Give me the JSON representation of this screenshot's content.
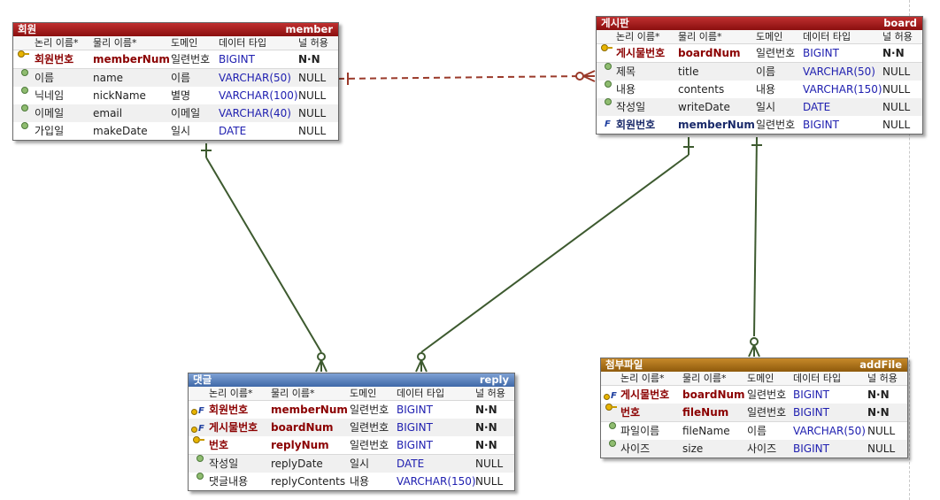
{
  "columns": {
    "logical": "논리 이름*",
    "physical": "물리 이름*",
    "domain": "도메인",
    "datatype": "데이터 타입",
    "nullable": "널 허용"
  },
  "entities": {
    "member": {
      "logical_name": "회원",
      "physical_name": "member",
      "rows": [
        {
          "logical": "회원번호",
          "physical": "memberNum",
          "domain": "일련번호",
          "datatype": "BIGINT",
          "nullable": "N·N",
          "key": "pk"
        },
        {
          "logical": "이름",
          "physical": "name",
          "domain": "이름",
          "datatype": "VARCHAR(50)",
          "nullable": "NULL",
          "key": "none"
        },
        {
          "logical": "닉네임",
          "physical": "nickName",
          "domain": "별명",
          "datatype": "VARCHAR(100)",
          "nullable": "NULL",
          "key": "none"
        },
        {
          "logical": "이메일",
          "physical": "email",
          "domain": "이메일",
          "datatype": "VARCHAR(40)",
          "nullable": "NULL",
          "key": "none"
        },
        {
          "logical": "가입일",
          "physical": "makeDate",
          "domain": "일시",
          "datatype": "DATE",
          "nullable": "NULL",
          "key": "none"
        }
      ]
    },
    "board": {
      "logical_name": "게시판",
      "physical_name": "board",
      "rows": [
        {
          "logical": "게시물번호",
          "physical": "boardNum",
          "domain": "일련번호",
          "datatype": "BIGINT",
          "nullable": "N·N",
          "key": "pk"
        },
        {
          "logical": "제목",
          "physical": "title",
          "domain": "이름",
          "datatype": "VARCHAR(50)",
          "nullable": "NULL",
          "key": "none"
        },
        {
          "logical": "내용",
          "physical": "contents",
          "domain": "내용",
          "datatype": "VARCHAR(150)",
          "nullable": "NULL",
          "key": "none"
        },
        {
          "logical": "작성일",
          "physical": "writeDate",
          "domain": "일시",
          "datatype": "DATE",
          "nullable": "NULL",
          "key": "none"
        },
        {
          "logical": "회원번호",
          "physical": "memberNum",
          "domain": "일련번호",
          "datatype": "BIGINT",
          "nullable": "NULL",
          "key": "fk"
        }
      ]
    },
    "reply": {
      "logical_name": "댓글",
      "physical_name": "reply",
      "rows": [
        {
          "logical": "회원번호",
          "physical": "memberNum",
          "domain": "일련번호",
          "datatype": "BIGINT",
          "nullable": "N·N",
          "key": "pkfk"
        },
        {
          "logical": "게시물번호",
          "physical": "boardNum",
          "domain": "일련번호",
          "datatype": "BIGINT",
          "nullable": "N·N",
          "key": "pkfk"
        },
        {
          "logical": "번호",
          "physical": "replyNum",
          "domain": "일련번호",
          "datatype": "BIGINT",
          "nullable": "N·N",
          "key": "pk"
        },
        {
          "logical": "작성일",
          "physical": "replyDate",
          "domain": "일시",
          "datatype": "DATE",
          "nullable": "NULL",
          "key": "none"
        },
        {
          "logical": "댓글내용",
          "physical": "replyContents",
          "domain": "내용",
          "datatype": "VARCHAR(150)",
          "nullable": "NULL",
          "key": "none"
        }
      ]
    },
    "addFile": {
      "logical_name": "첨부파일",
      "physical_name": "addFile",
      "rows": [
        {
          "logical": "게시물번호",
          "physical": "boardNum",
          "domain": "일련번호",
          "datatype": "BIGINT",
          "nullable": "N·N",
          "key": "pkfk"
        },
        {
          "logical": "번호",
          "physical": "fileNum",
          "domain": "일련번호",
          "datatype": "BIGINT",
          "nullable": "N·N",
          "key": "pk"
        },
        {
          "logical": "파일이름",
          "physical": "fileName",
          "domain": "이름",
          "datatype": "VARCHAR(50)",
          "nullable": "NULL",
          "key": "none"
        },
        {
          "logical": "사이즈",
          "physical": "size",
          "domain": "사이즈",
          "datatype": "BIGINT",
          "nullable": "NULL",
          "key": "none"
        }
      ]
    }
  },
  "relationships": [
    {
      "from": "member",
      "to": "board",
      "style": "non-identifying"
    },
    {
      "from": "member",
      "to": "reply",
      "style": "identifying"
    },
    {
      "from": "board",
      "to": "reply",
      "style": "identifying"
    },
    {
      "from": "board",
      "to": "addFile",
      "style": "identifying"
    }
  ],
  "colors": {
    "member_header": "#8a0f0f",
    "board_header": "#8a0f0f",
    "reply_header": "#3f68a8",
    "addFile_header": "#8e5a0c",
    "identifying_line": "#3d5a2f",
    "non_identifying_line": "#9a3a2a",
    "datatype_text": "#2020b0"
  }
}
